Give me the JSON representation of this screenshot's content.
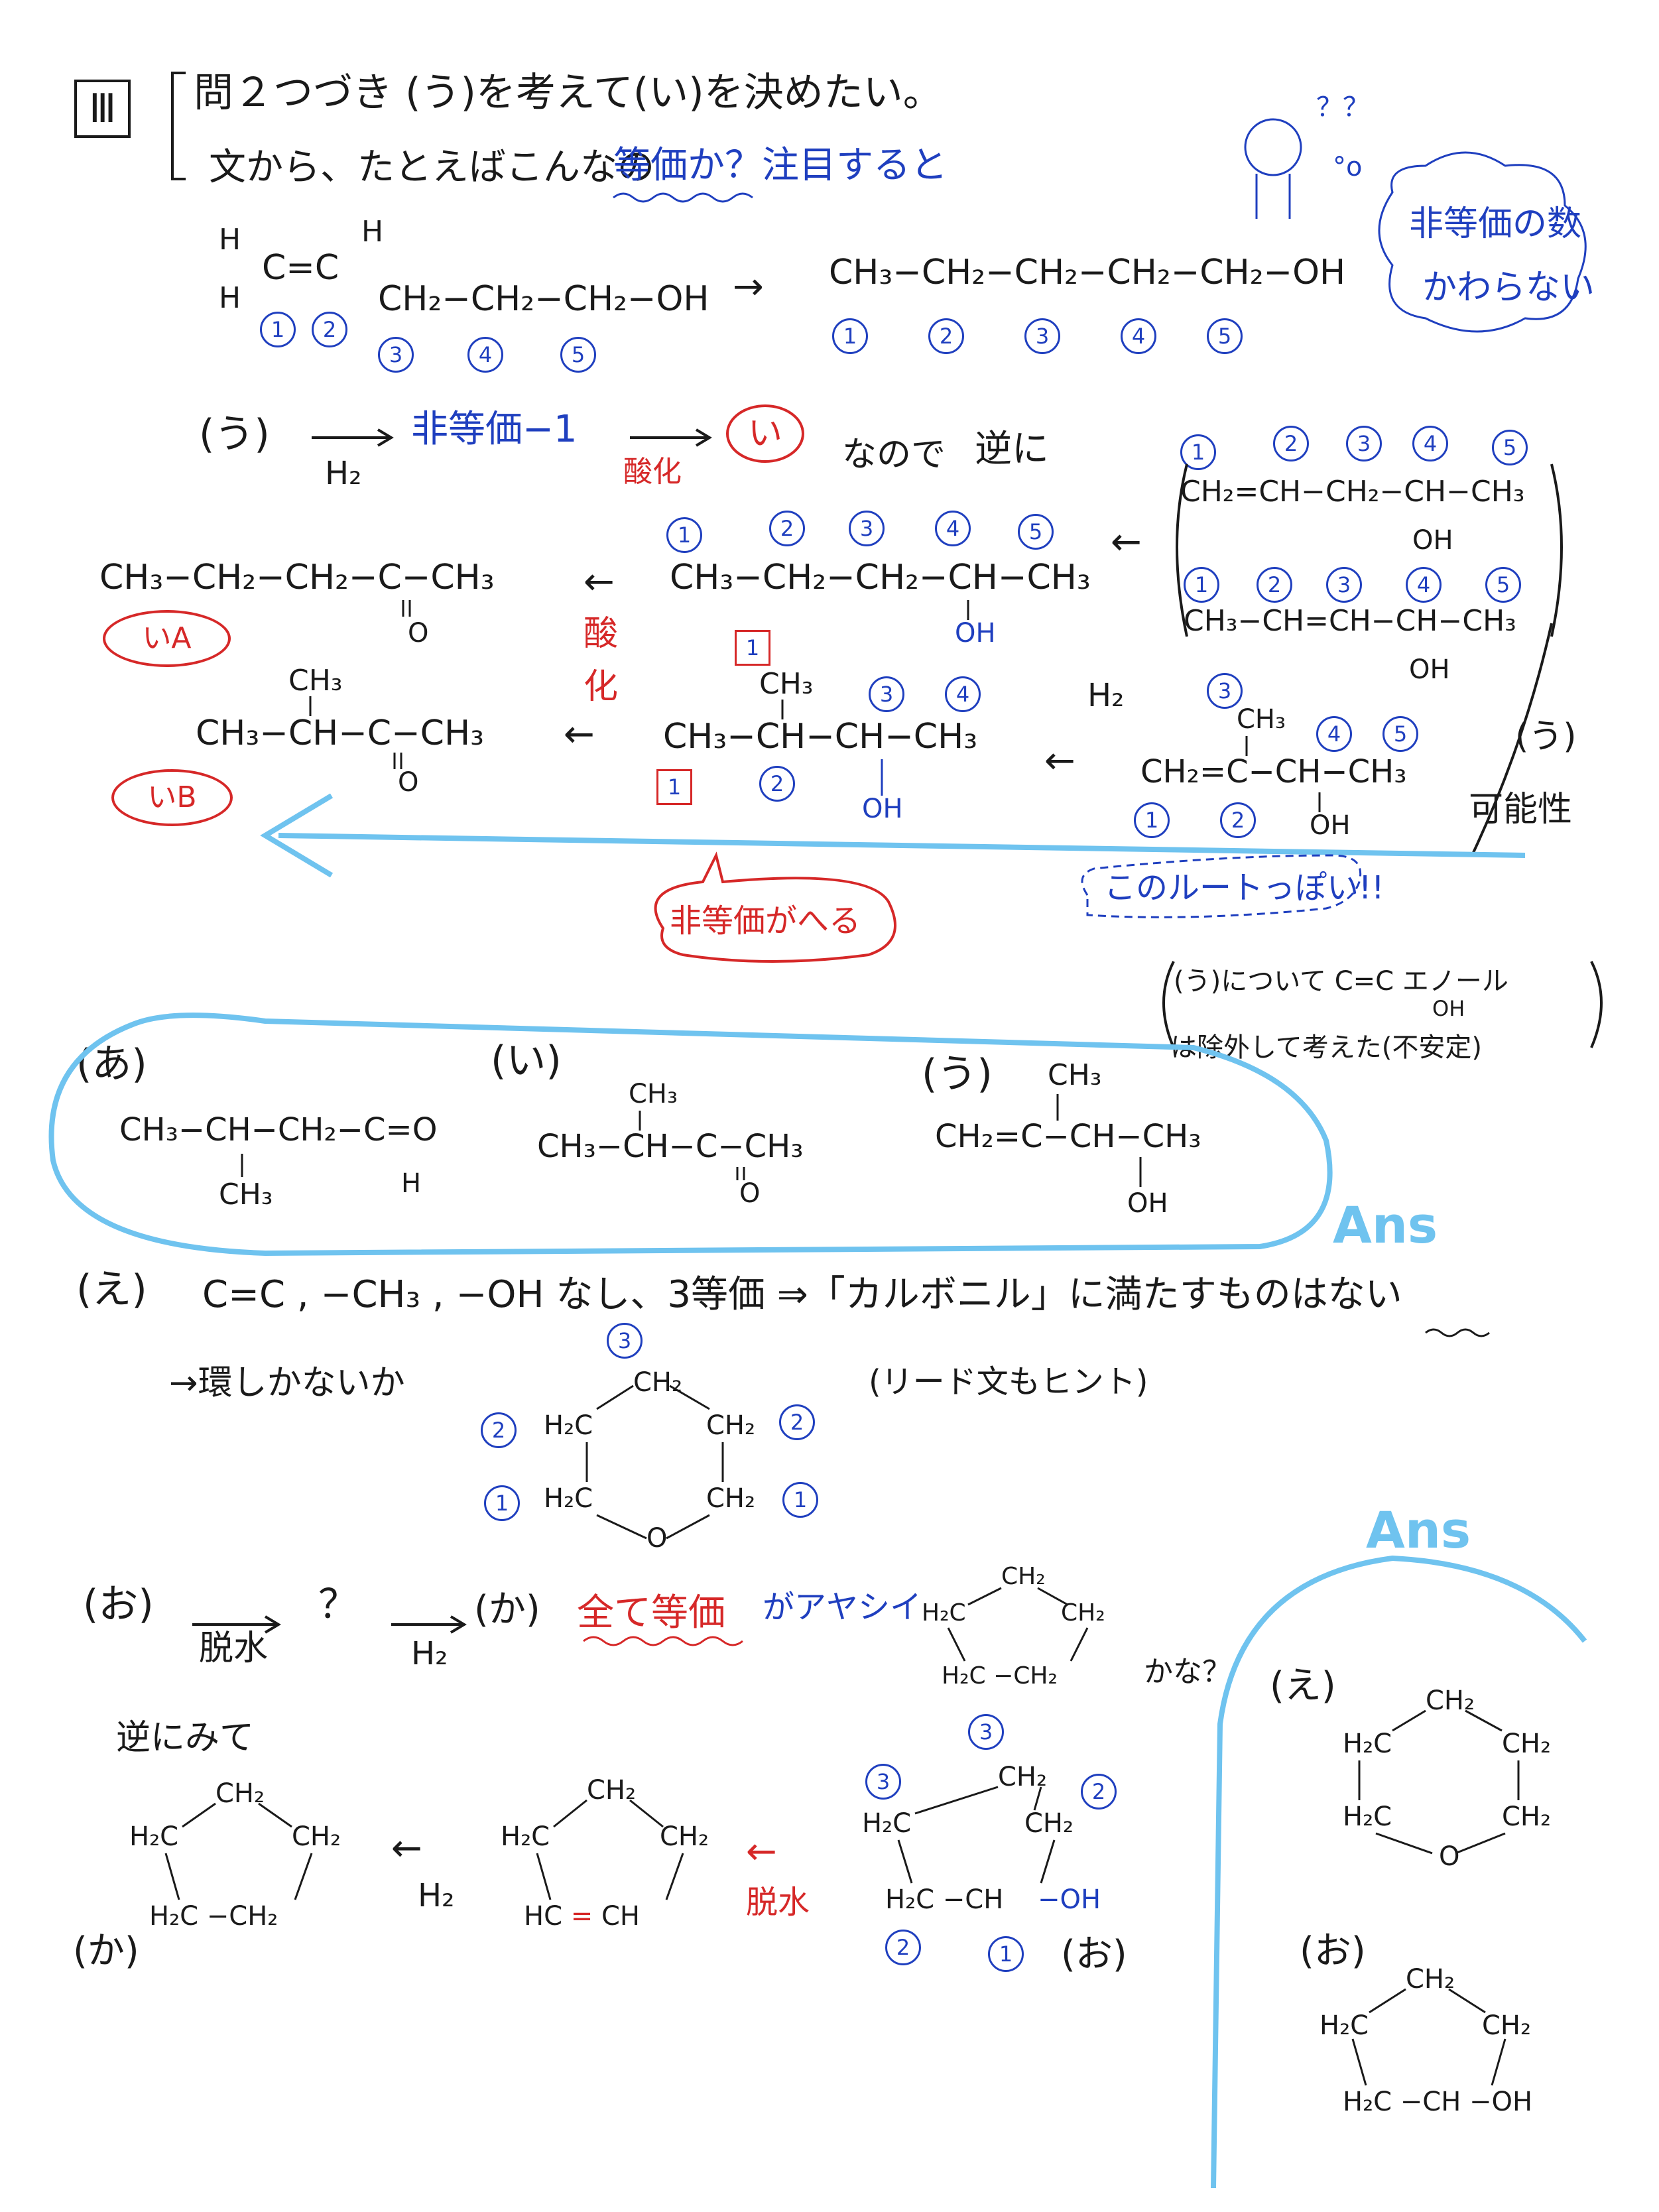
{
  "header": {
    "section_mark": "Ⅲ",
    "line1": "問２つづき (う)を考えて(い)を決めたい。",
    "line2_a": "文から、たとえばこんなの",
    "line2_b": "等価か？注目すると"
  },
  "thought": {
    "qmarks": "？？",
    "dots": "°o",
    "bubble_line1": "非等価の数",
    "bubble_line2": "かわらない"
  },
  "chem_top": {
    "left_H1": "H",
    "left_H2": "H",
    "left_H3": "H",
    "left_cc": "C=C",
    "left_chain": "CH₂−CH₂−CH₂−OH",
    "arrow": "→",
    "right_chain": "CH₃−CH₂−CH₂−CH₂−CH₂−OH",
    "nums": [
      "1",
      "2",
      "3",
      "4",
      "5"
    ]
  },
  "reaction_u": {
    "u_label": "(う)",
    "h2": "H₂",
    "nonequiv": "非等価−1",
    "i_label": "い",
    "oxidation": "酸化",
    "nanode": "なので",
    "gyaku": "逆に"
  },
  "right_candidates": {
    "c1": "CH₂=CH−CH₂−CH−CH₃",
    "c1_oh": "OH",
    "c2": "CH₃−CH=CH−CH−CH₃",
    "c2_oh": "OH",
    "u_possible": "(う)",
    "kanousei": "可能性"
  },
  "middle": {
    "ketoneA": "CH₃−CH₂−CH₂−C−CH₃",
    "ketoneA_o": "O",
    "iA": "いA",
    "alcoholA": "CH₃−CH₂−CH₂−CH−CH₃",
    "alcoholA_oh": "OH",
    "sanka": "酸",
    "ka": "化",
    "ketoneB_top": "CH₃",
    "ketoneB": "CH₃−CH−C−CH₃",
    "ketoneB_o": "O",
    "iB": "いB",
    "alcoholB_top": "CH₃",
    "alcoholB": "CH₃−CH−CH−CH₃",
    "alcoholB_oh": "OH",
    "h2": "H₂",
    "enol_top": "CH₃",
    "enol": "CH₂=C−CH−CH₃",
    "enol_oh": "OH",
    "nonequiv_dec": "非等価がへる",
    "route": "このルートっぽい!!",
    "note1": "(う)について C=C エノール",
    "note1_oh": "OH",
    "note2": "は除外して考えた(不安定)"
  },
  "answers_box": {
    "a_label": "(あ)",
    "a_formula": "CH₃−CH−CH₂−C=O",
    "a_sub1": "CH₃",
    "a_sub2": "H",
    "i_label": "(い)",
    "i_top": "CH₃",
    "i_formula": "CH₃−CH−C−CH₃",
    "i_o": "O",
    "u_label": "(う)",
    "u_top": "CH₃",
    "u_formula": "CH₂=C−CH−CH₃",
    "u_oh": "OH",
    "ans": "Ans"
  },
  "part_e": {
    "label": "(え)",
    "text": "C=C , −CH₃ , −OH なし、3等価 ⇒「カルボニル」に満たすものはない",
    "ring_q": "→環しかないか",
    "hint": "(リード文もヒント)",
    "ring_top": "CH₂",
    "ring_l1": "H₂C",
    "ring_r1": "CH₂",
    "ring_l2": "H₂C",
    "ring_r2": "CH₂",
    "ring_o": "O"
  },
  "part_o": {
    "o_label": "(お)",
    "dassui": "脱水",
    "q": "？",
    "h2": "H₂",
    "ka_label": "(か)",
    "all_equiv": "全て等価",
    "ayashii": "がアヤシイ",
    "kana": "かな？",
    "gyaku_mite": "逆にみて",
    "ka_bottom": "(か)",
    "o_bottom": "(お)",
    "dassui2": "脱水",
    "oh": "−OH"
  },
  "right_ans": {
    "ans": "Ans",
    "e_label": "(え)",
    "o_label": "(お)"
  }
}
